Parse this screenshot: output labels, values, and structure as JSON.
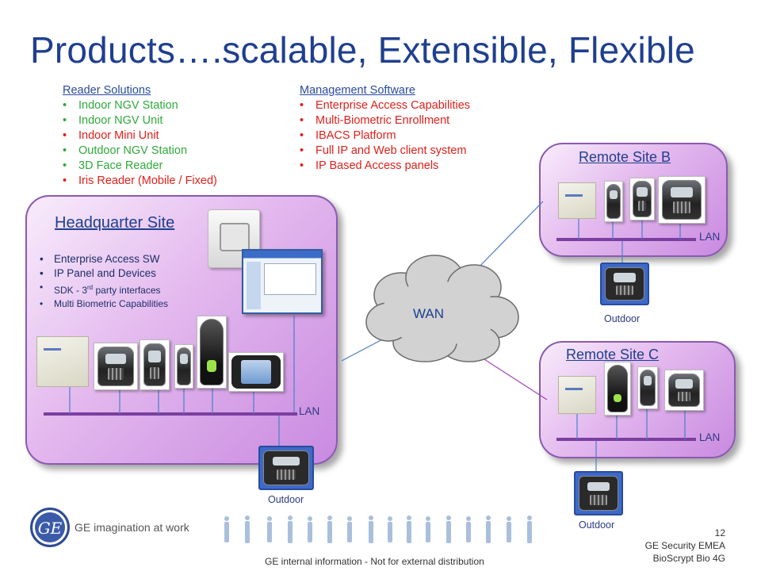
{
  "title": "Products….scalable, Extensible, Flexible",
  "reader_solutions": {
    "heading": "Reader Solutions",
    "items": [
      {
        "text": "Indoor NGV Station",
        "color": "#2eaa3a"
      },
      {
        "text": "Indoor NGV Unit",
        "color": "#2eaa3a"
      },
      {
        "text": "Indoor Mini Unit",
        "color": "#e0201b"
      },
      {
        "text": "Outdoor NGV Station",
        "color": "#2eaa3a"
      },
      {
        "text": "3D Face Reader",
        "color": "#2eaa3a"
      },
      {
        "text": "Iris Reader (Mobile / Fixed)",
        "color": "#e0201b"
      }
    ]
  },
  "management_software": {
    "heading": "Management Software",
    "items": [
      "Enterprise Access Capabilities",
      "Multi-Biometric Enrollment",
      "IBACS Platform",
      "Full IP and Web client system",
      "IP Based Access panels"
    ]
  },
  "headquarter": {
    "label": "Headquarter Site",
    "items": [
      "Enterprise Access SW",
      "IP Panel and Devices",
      "SDK - 3",
      "rd",
      " party interfaces",
      "Multi Biometric Capabilities"
    ],
    "lan": "LAN",
    "outdoor": "Outdoor"
  },
  "remote_b": {
    "label": "Remote Site  B",
    "lan": "LAN",
    "outdoor": "Outdoor"
  },
  "remote_c": {
    "label": "Remote Site  C",
    "lan": "LAN",
    "outdoor": "Outdoor"
  },
  "wan": {
    "label": "WAN"
  },
  "footer": {
    "brand_tagline": "GE imagination at work",
    "logo_text": "GE",
    "notice": "GE internal information - Not for external distribution",
    "page_number": "12",
    "company": "GE Security EMEA",
    "product": "BioScrypt Bio 4G"
  },
  "colors": {
    "title": "#1f3f8f",
    "site_fill": "#d9a6ea",
    "lan_line": "#7a3fa0",
    "green_item": "#2eaa3a",
    "red_item": "#e0201b"
  }
}
